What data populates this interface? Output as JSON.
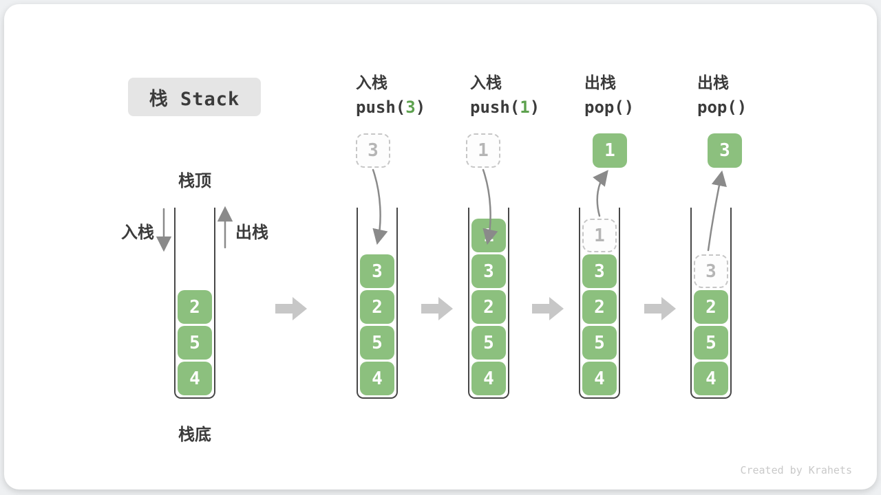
{
  "title": {
    "text": "栈 Stack"
  },
  "labels": {
    "stack_top": "栈顶",
    "stack_bottom": "栈底",
    "push_side": "入栈",
    "pop_side": "出栈"
  },
  "operations": [
    {
      "action": "入栈",
      "code_pre": "push(",
      "code_arg": "3",
      "code_post": ")"
    },
    {
      "action": "入栈",
      "code_pre": "push(",
      "code_arg": "1",
      "code_post": ")"
    },
    {
      "action": "出栈",
      "code_pre": "pop(",
      "code_arg": "",
      "code_post": ")"
    },
    {
      "action": "出栈",
      "code_pre": "pop(",
      "code_arg": "",
      "code_post": ")"
    }
  ],
  "floating_values": [
    {
      "value": "3",
      "style": "dashed"
    },
    {
      "value": "1",
      "style": "dashed"
    },
    {
      "value": "1",
      "style": "solid"
    },
    {
      "value": "3",
      "style": "solid"
    }
  ],
  "stacks": [
    {
      "cells": [
        {
          "value": "2"
        },
        {
          "value": "5"
        },
        {
          "value": "4"
        }
      ]
    },
    {
      "cells": [
        {
          "value": "3"
        },
        {
          "value": "2"
        },
        {
          "value": "5"
        },
        {
          "value": "4"
        }
      ]
    },
    {
      "cells": [
        {
          "value": "1"
        },
        {
          "value": "3"
        },
        {
          "value": "2"
        },
        {
          "value": "5"
        },
        {
          "value": "4"
        }
      ]
    },
    {
      "cells": [
        {
          "value": "1",
          "ghost": true
        },
        {
          "value": "3"
        },
        {
          "value": "2"
        },
        {
          "value": "5"
        },
        {
          "value": "4"
        }
      ]
    },
    {
      "cells": [
        {
          "value": "3",
          "ghost": true
        },
        {
          "value": "2"
        },
        {
          "value": "5"
        },
        {
          "value": "4"
        }
      ]
    }
  ],
  "watermark": "Created by Krahets",
  "colors": {
    "cell_green": "#8cc07e",
    "code_arg_green": "#5da14e",
    "text_dark": "#3b3b3b",
    "ghost_gray": "#b5b5b5",
    "arrow_gray": "#8a8a8a",
    "step_arrow_gray": "#c7c7c7",
    "title_bg": "#e5e5e5",
    "container_border": "#474747"
  }
}
